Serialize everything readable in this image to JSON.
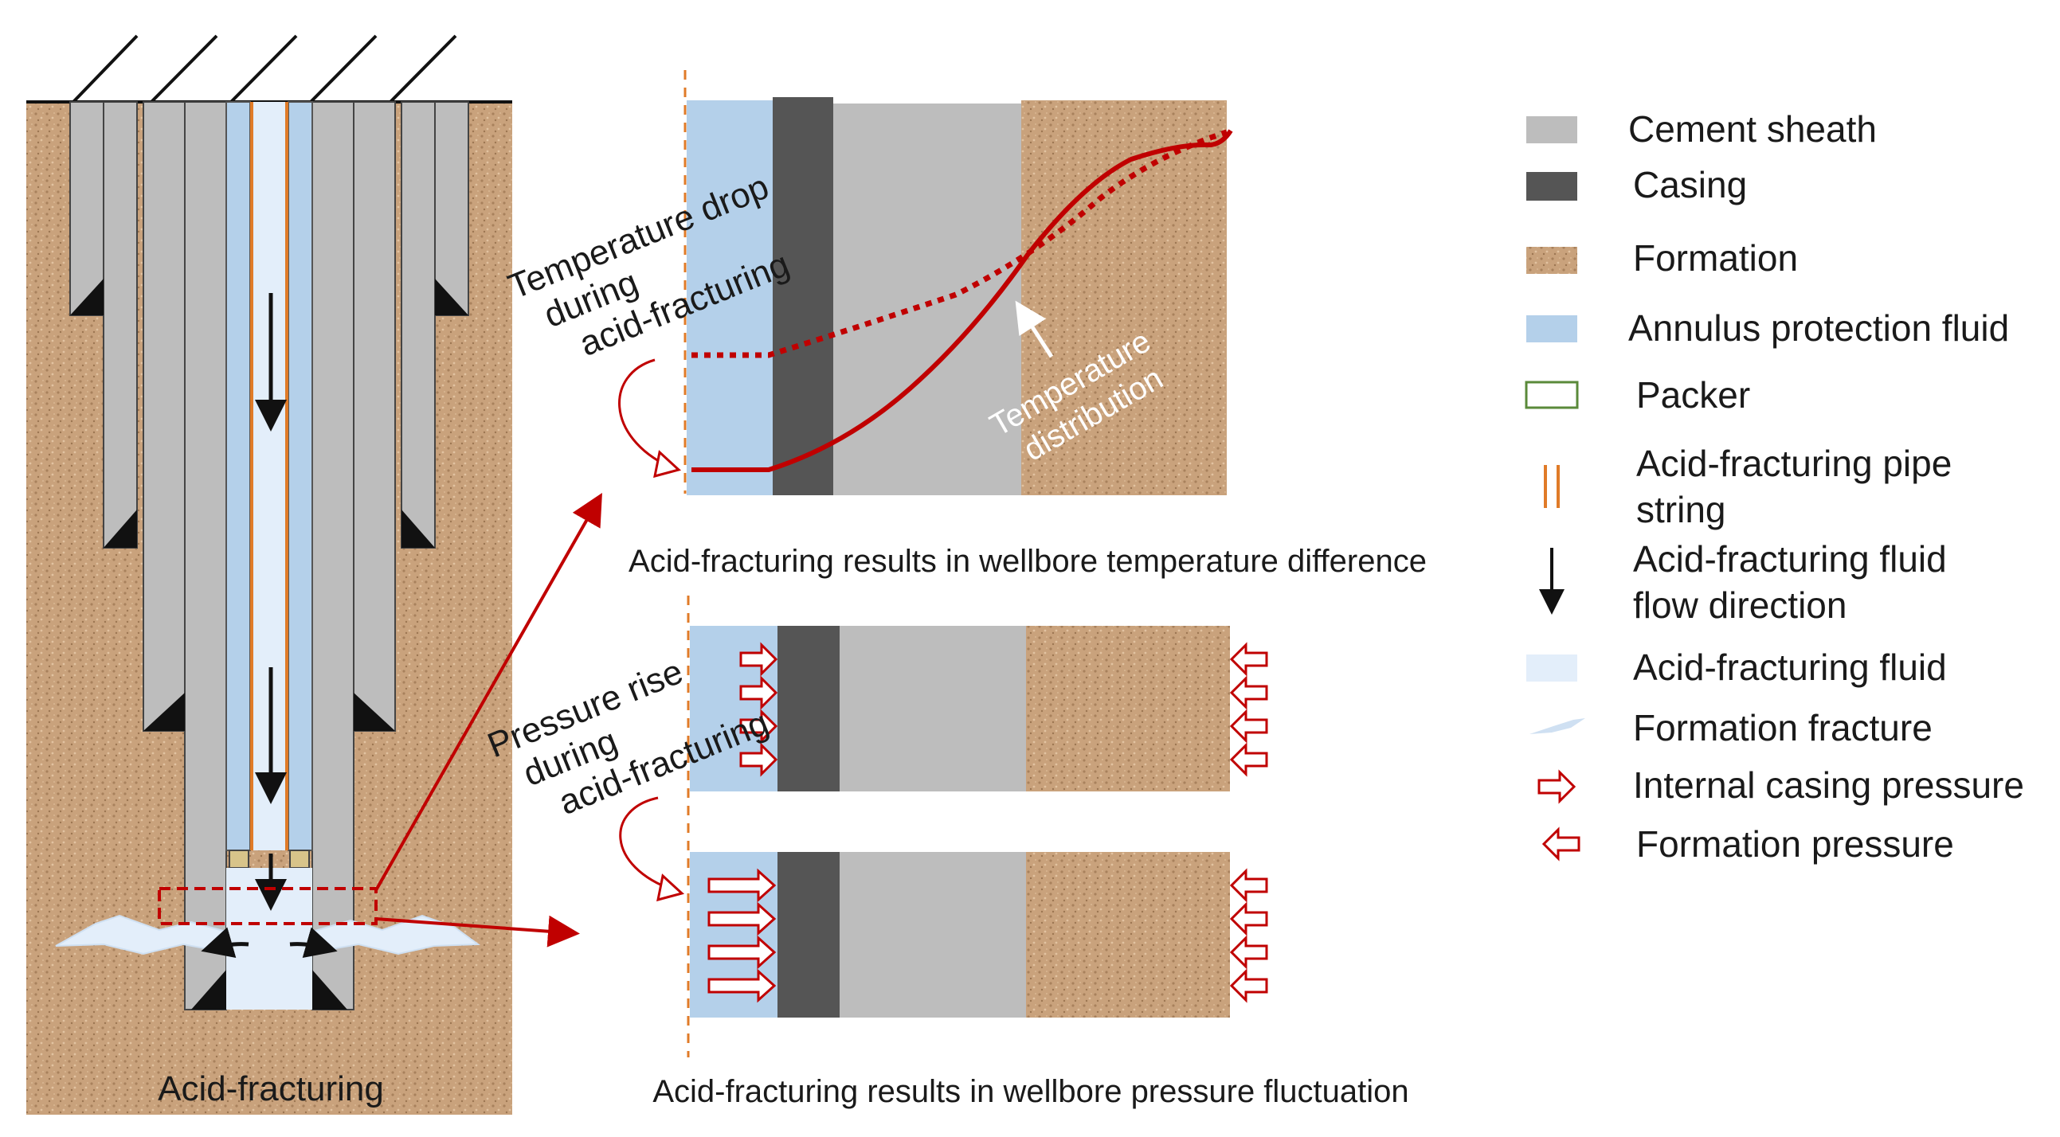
{
  "well": {
    "title": "Acid-fracturing"
  },
  "temperature_panel": {
    "annotation": [
      "Temperature drop",
      "during",
      "acid-fracturing"
    ],
    "curve_label": [
      "Temperature",
      "distribution"
    ],
    "caption": "Acid-fracturing results in wellbore temperature difference"
  },
  "pressure_panel": {
    "annotation": [
      "Pressure rise",
      "during",
      "acid-fracturing"
    ],
    "caption": "Acid-fracturing results in wellbore pressure fluctuation"
  },
  "legend": {
    "items": [
      {
        "icon": "cement-sheath-swatch",
        "lines": [
          "Cement sheath"
        ]
      },
      {
        "icon": "casing-swatch",
        "lines": [
          "Casing"
        ]
      },
      {
        "icon": "formation-swatch",
        "lines": [
          "Formation"
        ]
      },
      {
        "icon": "annulus-fluid-swatch",
        "lines": [
          "Annulus protection fluid"
        ]
      },
      {
        "icon": "packer-swatch",
        "lines": [
          "Packer"
        ]
      },
      {
        "icon": "pipe-string-icon",
        "lines": [
          "Acid-fracturing pipe",
          "string"
        ]
      },
      {
        "icon": "down-arrow-icon",
        "lines": [
          "Acid-fracturing fluid",
          "flow direction"
        ]
      },
      {
        "icon": "acid-fluid-swatch",
        "lines": [
          "Acid-fracturing fluid"
        ]
      },
      {
        "icon": "fracture-icon",
        "lines": [
          "Formation fracture"
        ]
      },
      {
        "icon": "right-arrow-icon",
        "lines": [
          "Internal casing pressure"
        ]
      },
      {
        "icon": "left-arrow-icon",
        "lines": [
          "Formation pressure"
        ]
      }
    ]
  },
  "colors": {
    "formation": "#c9a27c",
    "cement": "#bdbdbd",
    "casing": "#555555",
    "annulus_fluid": "#b4d0ea",
    "acid_fluid": "#e3eefa",
    "accent_red": "#c00000",
    "orange_pipe": "#e07b28"
  }
}
